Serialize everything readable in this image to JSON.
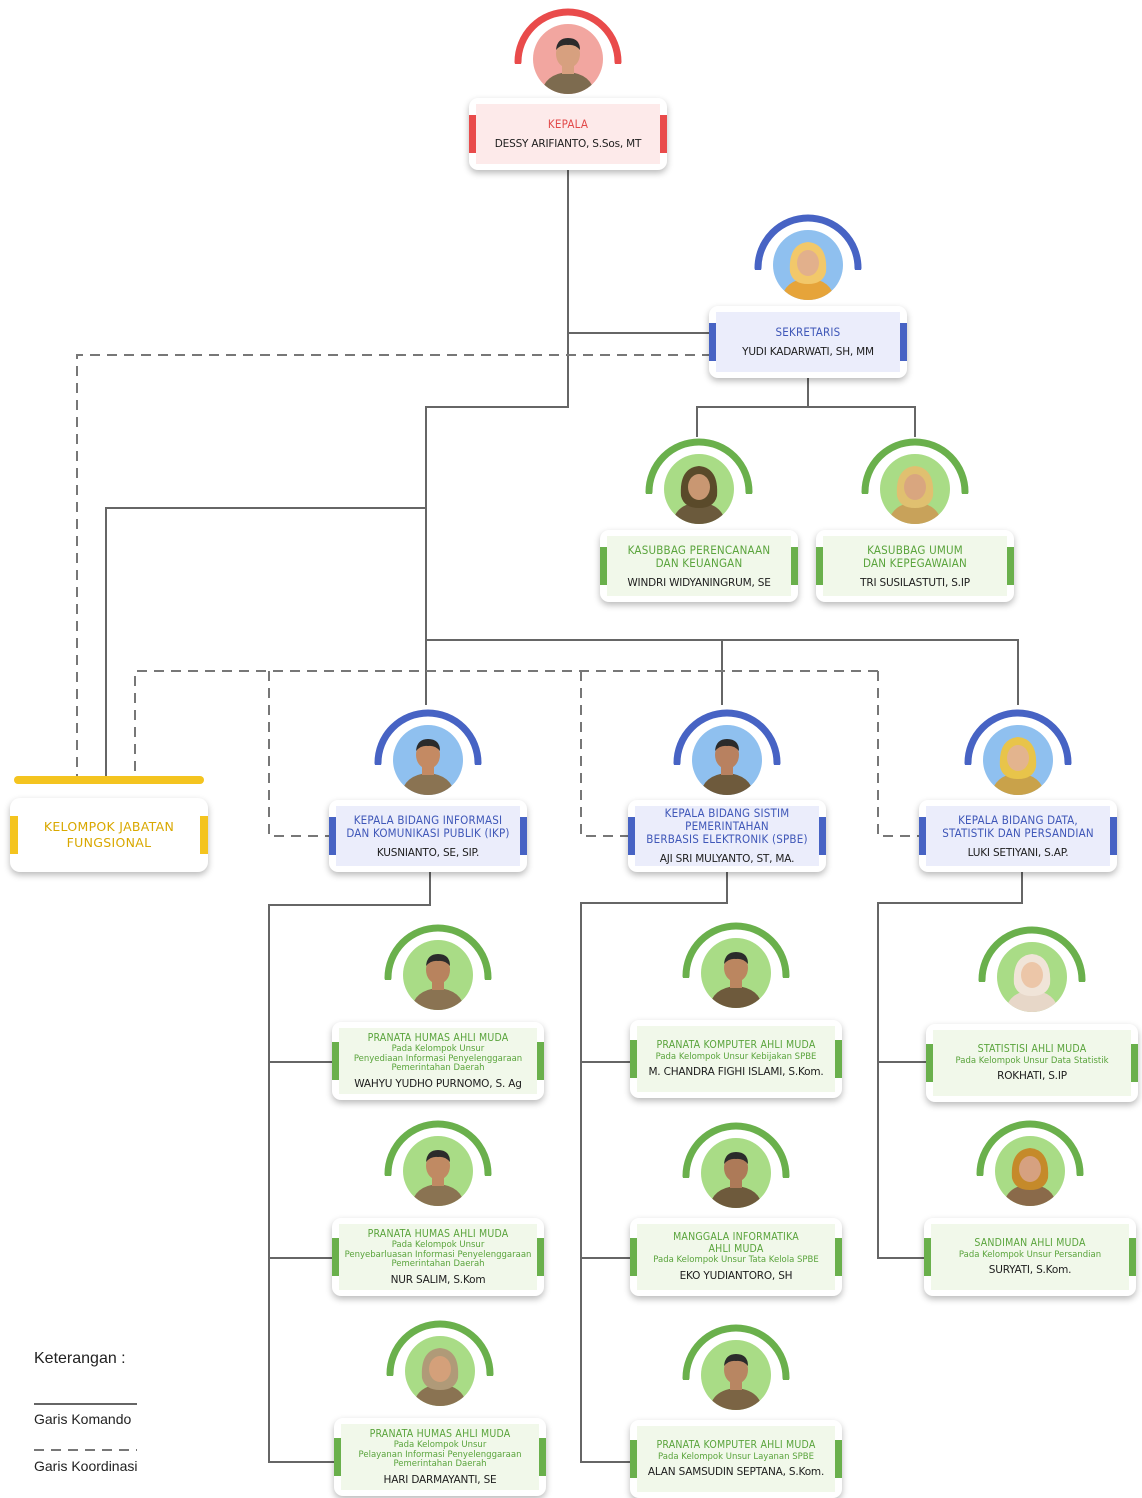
{
  "colors": {
    "red": "#e94b4b",
    "blue": "#4763c4",
    "green": "#6ab04c",
    "yellow": "#f4c41f",
    "line": "#666666"
  },
  "nodes": {
    "kepala": {
      "title": "KEPALA",
      "subtitle": "",
      "name": "DESSY ARIFIANTO, S.Sos, MT",
      "color": "red"
    },
    "sekretaris": {
      "title": "SEKRETARIS",
      "subtitle": "",
      "name": "YUDI KADARWATI, SH, MM",
      "color": "blue"
    },
    "kasubbag_pk": {
      "title": "KASUBBAG PERENCANAAN\nDAN KEUANGAN",
      "subtitle": "",
      "name": "WINDRI WIDYANINGRUM, SE",
      "color": "green"
    },
    "kasubbag_uk": {
      "title": "KASUBBAG UMUM\nDAN KEPEGAWAIAN",
      "subtitle": "",
      "name": "TRI SUSILASTUTI, S.IP",
      "color": "green"
    },
    "kabid_ikp": {
      "title": "KEPALA BIDANG INFORMASI\nDAN KOMUNIKASI PUBLIK (IKP)",
      "subtitle": "",
      "name": "KUSNIANTO, SE, SIP.",
      "color": "blue"
    },
    "kabid_spbe": {
      "title": "KEPALA BIDANG SISTIM\nPEMERINTAHAN\nBERBASIS ELEKTRONIK (SPBE)",
      "subtitle": "",
      "name": "AJI SRI MULYANTO, ST, MA.",
      "color": "blue"
    },
    "kabid_dsp": {
      "title": "KEPALA BIDANG DATA,\nSTATISTIK DAN PERSANDIAN",
      "subtitle": "",
      "name": "LUKI SETIYANI, S.AP.",
      "color": "blue"
    },
    "ikp1": {
      "title": "PRANATA HUMAS AHLI MUDA",
      "subtitle": "Pada Kelompok Unsur\nPenyediaan Informasi Penyelenggaraan\nPemerintahan Daerah",
      "name": "WAHYU YUDHO PURNOMO, S. Ag",
      "color": "green"
    },
    "ikp2": {
      "title": "PRANATA HUMAS AHLI MUDA",
      "subtitle": "Pada Kelompok Unsur\nPenyebarluasan Informasi Penyelenggaraan\nPemerintahan Daerah",
      "name": "NUR SALIM, S.Kom",
      "color": "green"
    },
    "ikp3": {
      "title": "PRANATA HUMAS AHLI MUDA",
      "subtitle": "Pada Kelompok Unsur\nPelayanan Informasi Penyelenggaraan\nPemerintahan Daerah",
      "name": "HARI DARMAYANTI, SE",
      "color": "green"
    },
    "spbe1": {
      "title": "PRANATA KOMPUTER AHLI MUDA",
      "subtitle": "Pada Kelompok Unsur Kebijakan SPBE",
      "name": "M. CHANDRA FIGHI ISLAMI, S.Kom.",
      "color": "green"
    },
    "spbe2": {
      "title": "MANGGALA INFORMATIKA\nAHLI MUDA",
      "subtitle": "Pada Kelompok Unsur Tata Kelola SPBE",
      "name": "EKO YUDIANTORO, SH",
      "color": "green"
    },
    "spbe3": {
      "title": "PRANATA KOMPUTER AHLI MUDA",
      "subtitle": "Pada Kelompok Unsur Layanan SPBE",
      "name": "ALAN SAMSUDIN SEPTANA, S.Kom.",
      "color": "green"
    },
    "dsp1": {
      "title": "STATISTISI AHLI MUDA",
      "subtitle": "Pada Kelompok Unsur Data Statistik",
      "name": "ROKHATI, S.IP",
      "color": "green"
    },
    "dsp2": {
      "title": "SANDIMAN AHLI MUDA",
      "subtitle": "Pada Kelompok Unsur Persandian",
      "name": "SURYATI, S.Kom.",
      "color": "green"
    }
  },
  "kjf": {
    "label": "KELOMPOK JABATAN\nFUNGSIONAL"
  },
  "legend": {
    "title": "Keterangan :",
    "solid_label": "Garis Komando",
    "dashed_label": "Garis Koordinasi"
  }
}
